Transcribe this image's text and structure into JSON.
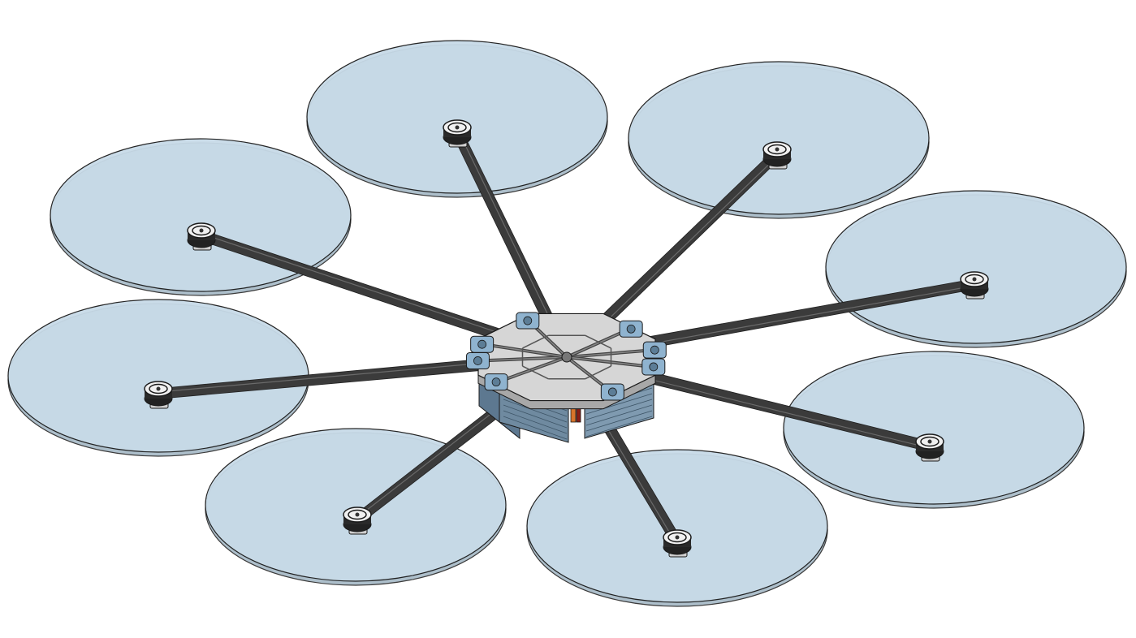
{
  "scene": {
    "subject": "octocopter-cad-model",
    "rotor_count": 8,
    "rotors": [
      {
        "id": "rotor-1",
        "position": "top-center"
      },
      {
        "id": "rotor-2",
        "position": "top-right"
      },
      {
        "id": "rotor-3",
        "position": "right"
      },
      {
        "id": "rotor-4",
        "position": "lower-right"
      },
      {
        "id": "rotor-5",
        "position": "bottom-center"
      },
      {
        "id": "rotor-6",
        "position": "bottom-left"
      },
      {
        "id": "rotor-7",
        "position": "left"
      },
      {
        "id": "rotor-8",
        "position": "upper-left"
      }
    ]
  },
  "colors": {
    "background": "#ffffff",
    "rotor_disc_fill": "#c8dbe8",
    "rotor_disc_edge": "#9fb4c2",
    "outline": "#1a1a1a",
    "arm": "#3a3a3a",
    "hub_plate": "#d6d6d6",
    "hub_bracket": "#8fb3cf",
    "battery_pack": "#6f8aa0",
    "battery_stripe_orange": "#d8742a",
    "battery_stripe_red": "#8a1e14"
  }
}
